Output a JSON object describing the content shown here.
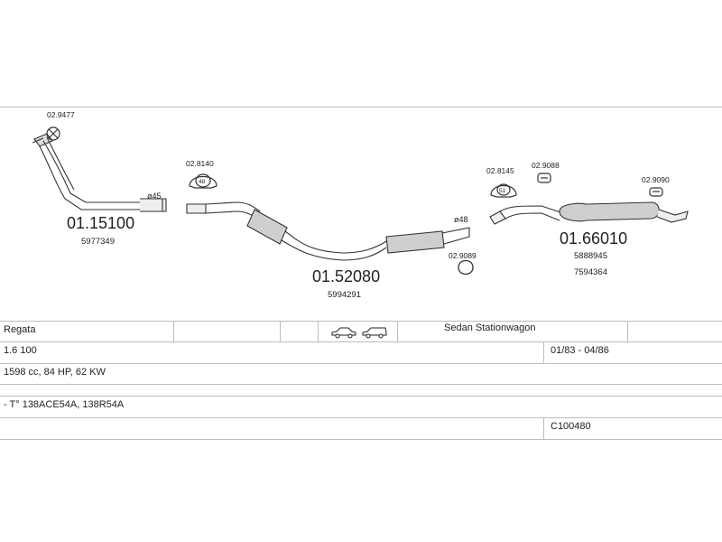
{
  "diagram": {
    "front_pipe": {
      "part_number": "01.15100",
      "oe_number": "5977349",
      "diameter": "ø45"
    },
    "front_clamp": {
      "part_number": "02.9477"
    },
    "middle_muffler": {
      "part_number": "01.52080",
      "oe_number": "5994291"
    },
    "middle_clamp_left": {
      "part_number": "02.8140",
      "diameter": "48"
    },
    "middle_outlet_diameter": "ø48",
    "middle_ring": {
      "part_number": "02.9089"
    },
    "rear_muffler": {
      "part_number": "01.66010",
      "oe_number_1": "5888945",
      "oe_number_2": "7594364"
    },
    "rear_clamp": {
      "part_number": "02.8145",
      "diameter": "51"
    },
    "rear_hanger_1": {
      "part_number": "02.9088"
    },
    "rear_hanger_2": {
      "part_number": "02.9090"
    }
  },
  "table": {
    "model": "Regata",
    "body_types": "Sedan  Stationwagon",
    "engine": "1.6 100",
    "years": "01/83 - 04/86",
    "spec": "1598 cc, 84 HP, 62 KW",
    "engine_codes": "- T° 138ACE54A, 138R54A",
    "code": "C100480",
    "icons": [
      "sedan-car-icon",
      "station-wagon-car-icon"
    ]
  }
}
